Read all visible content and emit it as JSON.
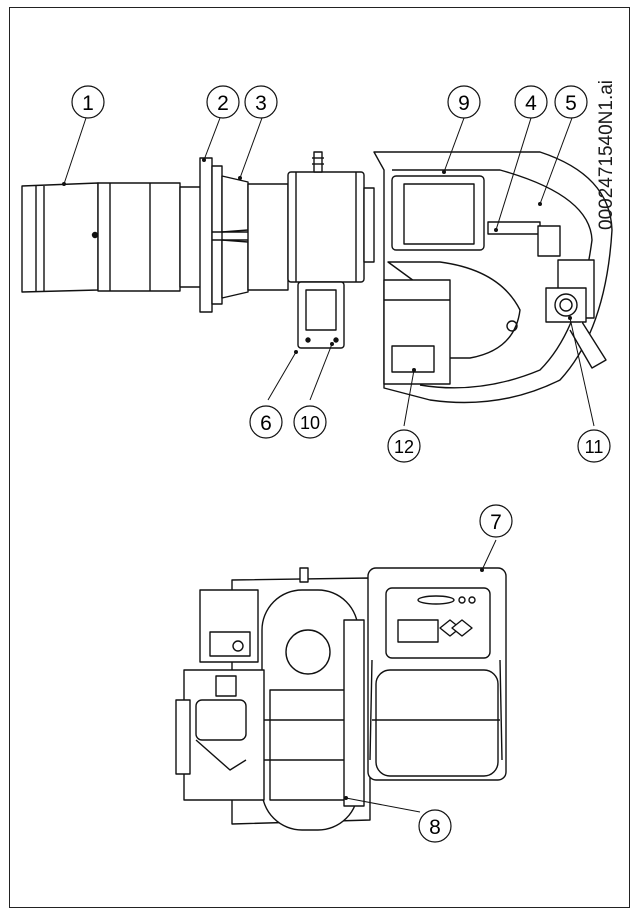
{
  "drawing_code": "0002471540N1.ai",
  "callouts": [
    {
      "id": "c1",
      "label": "1"
    },
    {
      "id": "c2",
      "label": "2"
    },
    {
      "id": "c3",
      "label": "3"
    },
    {
      "id": "c4",
      "label": "4"
    },
    {
      "id": "c5",
      "label": "5"
    },
    {
      "id": "c6",
      "label": "6"
    },
    {
      "id": "c7",
      "label": "7"
    },
    {
      "id": "c8",
      "label": "8"
    },
    {
      "id": "c9",
      "label": "9"
    },
    {
      "id": "c10",
      "label": "10"
    },
    {
      "id": "c11",
      "label": "11"
    },
    {
      "id": "c12",
      "label": "12"
    }
  ]
}
